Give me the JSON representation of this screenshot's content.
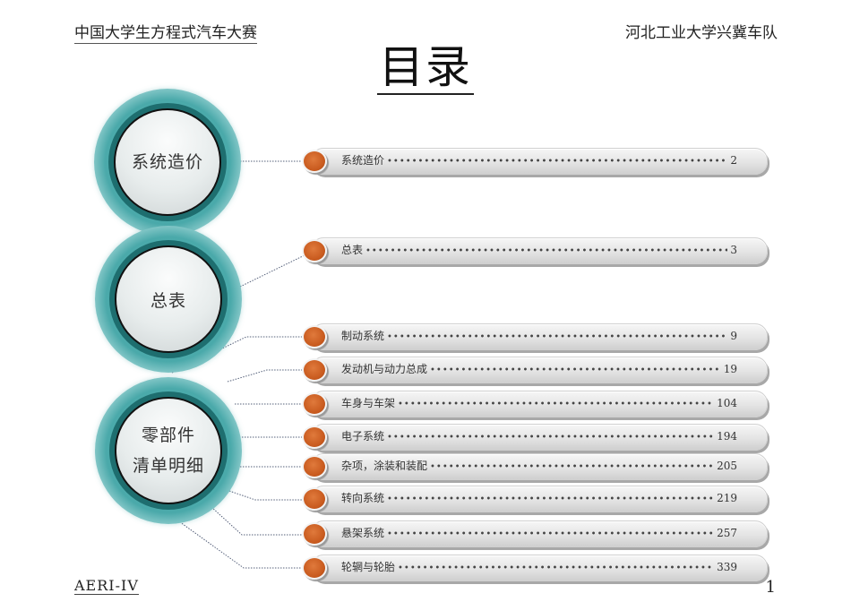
{
  "header": {
    "left": "中国大学生方程式汽车大赛",
    "right": "河北工业大学兴冀车队"
  },
  "title": "目录",
  "circles": [
    {
      "lines": [
        "系统造价"
      ]
    },
    {
      "lines": [
        "总表"
      ]
    },
    {
      "lines": [
        "零部件",
        "清单明细"
      ]
    }
  ],
  "toc": [
    {
      "name": "系统造价",
      "page": "2"
    },
    {
      "name": "总表",
      "page": "3"
    },
    {
      "name": "制动系统",
      "page": "9"
    },
    {
      "name": "发动机与动力总成",
      "page": "19"
    },
    {
      "name": "车身与车架",
      "page": "104"
    },
    {
      "name": "电子系统",
      "page": "194"
    },
    {
      "name": "杂项，涂装和装配",
      "page": "205"
    },
    {
      "name": "转向系统",
      "page": "219"
    },
    {
      "name": "悬架系统",
      "page": "257"
    },
    {
      "name": "轮辋与轮胎",
      "page": "339"
    }
  ],
  "footer": {
    "left": "AERI-IV",
    "page_number": "1"
  },
  "colors": {
    "teal_ring": "#1e6e6f",
    "teal_outer": "#5fbcbc",
    "bullet_orange": "#c85a1e",
    "pill_gray": "#e4e4e4"
  }
}
